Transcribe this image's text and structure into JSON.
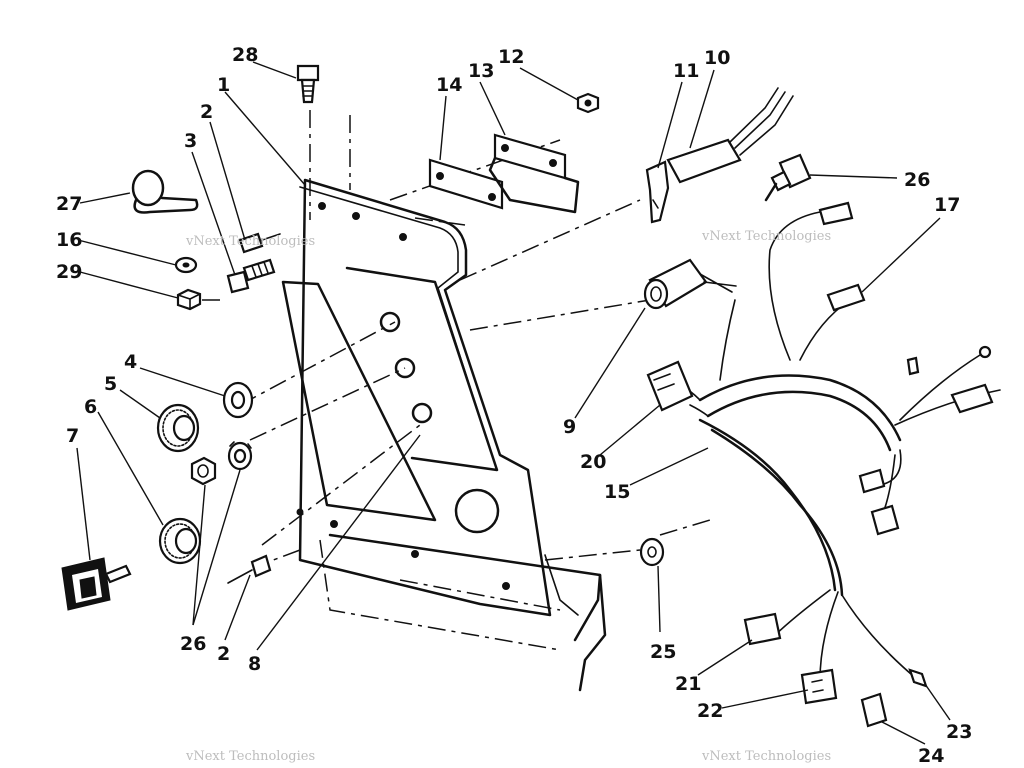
{
  "watermarks": [
    "vNext Technologies",
    "vNext Technologies",
    "vNext Technologies",
    "vNext Technologies"
  ],
  "callouts": [
    {
      "id": "28",
      "label": "28"
    },
    {
      "id": "1",
      "label": "1"
    },
    {
      "id": "2a",
      "label": "2"
    },
    {
      "id": "3",
      "label": "3"
    },
    {
      "id": "27",
      "label": "27"
    },
    {
      "id": "16",
      "label": "16"
    },
    {
      "id": "29",
      "label": "29"
    },
    {
      "id": "4",
      "label": "4"
    },
    {
      "id": "5",
      "label": "5"
    },
    {
      "id": "6",
      "label": "6"
    },
    {
      "id": "7",
      "label": "7"
    },
    {
      "id": "26a",
      "label": "26"
    },
    {
      "id": "2b",
      "label": "2"
    },
    {
      "id": "8",
      "label": "8"
    },
    {
      "id": "14",
      "label": "14"
    },
    {
      "id": "13",
      "label": "13"
    },
    {
      "id": "12",
      "label": "12"
    },
    {
      "id": "11",
      "label": "11"
    },
    {
      "id": "10",
      "label": "10"
    },
    {
      "id": "26b",
      "label": "26"
    },
    {
      "id": "17",
      "label": "17"
    },
    {
      "id": "9",
      "label": "9"
    },
    {
      "id": "20",
      "label": "20"
    },
    {
      "id": "15",
      "label": "15"
    },
    {
      "id": "25",
      "label": "25"
    },
    {
      "id": "21",
      "label": "21"
    },
    {
      "id": "22",
      "label": "22"
    },
    {
      "id": "23",
      "label": "23"
    },
    {
      "id": "24",
      "label": "24"
    }
  ]
}
